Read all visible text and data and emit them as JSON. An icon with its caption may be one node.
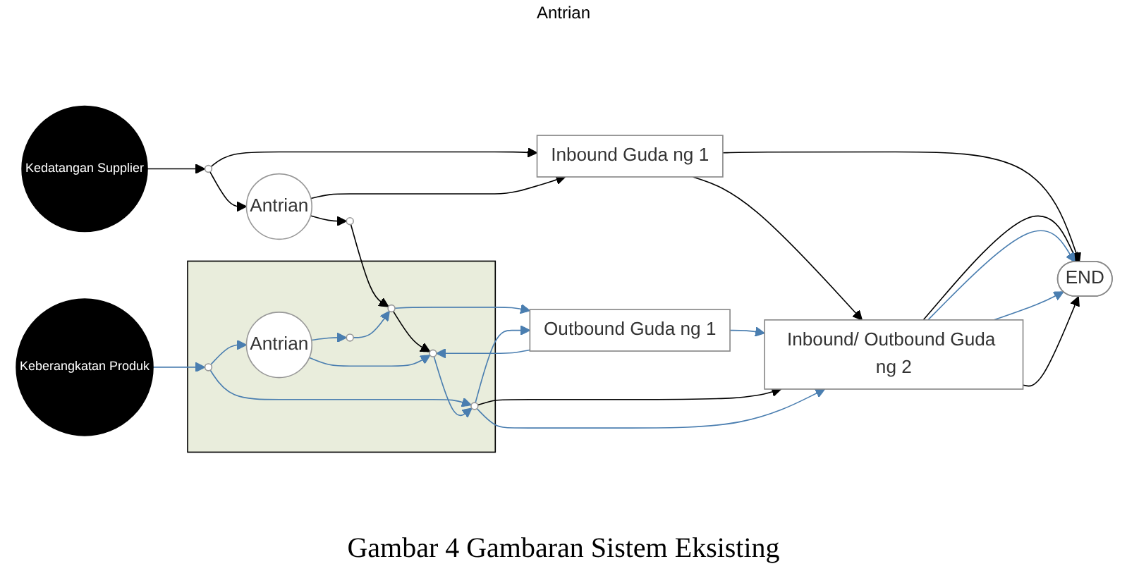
{
  "diagram": {
    "caption": "Gambar 4 Gambaran Sistem Eksisting",
    "nodes": [
      {
        "text": [
          "Kedatangan Supplier"
        ]
      },
      {
        "text": [],
        "shape": "circle"
      },
      {
        "text": [
          "Antrian"
        ]
      },
      {
        "text": [],
        "shape": "circle"
      },
      {
        "text": [
          "Inbound Guda ng 1"
        ]
      },
      {
        "text": [
          "Outbound Guda ng 1"
        ]
      },
      {
        "text": [],
        "shape": "box"
      },
      {
        "text": [
          "Keberangkatan Produk"
        ]
      },
      {
        "text": [],
        "shape": "circle",
        "in": 6
      },
      {
        "text": [
          "Antrian"
        ],
        "in": 6
      },
      {
        "text": [],
        "shape": "circle",
        "in": 6
      },
      {
        "text": [],
        "shape": "circle",
        "in": 6
      },
      {
        "text": [],
        "shape": "circle",
        "in": 6
      },
      {
        "text": [],
        "shape": "circle",
        "in": 6
      },
      {
        "text": [
          "Inbound/ Outbound Guda ng 2"
        ]
      },
      {
        "text": [
          "END"
        ]
      }
    ],
    "edges": [
      {
        "from": 0,
        "to": 1,
        "arrow": "to",
        "color": "#000000"
      },
      {
        "from": 1,
        "to": 2,
        "arrow": "to",
        "color": "#000000"
      },
      {
        "from": 2,
        "to": 3,
        "arrow": "to",
        "color": "#000000"
      },
      {
        "from": 1,
        "to": 4,
        "arrow": "to",
        "color": "#000000"
      },
      {
        "from": 2,
        "to": 4,
        "arrow": "to",
        "color": "#000000"
      },
      {
        "from": 3,
        "to": 11,
        "arrow": "to",
        "color": "#000000"
      },
      {
        "from": 11,
        "to": 12,
        "arrow": "to",
        "color": "#000000"
      },
      {
        "from": 4,
        "to": 14,
        "arrow": "to",
        "color": "#000000"
      },
      {
        "from": 4,
        "to": 15,
        "arrow": "to",
        "color": "#000000"
      },
      {
        "from": 7,
        "to": 8,
        "arrow": "to",
        "color": "#4a7eb0"
      },
      {
        "from": 8,
        "to": 9,
        "arrow": "to",
        "color": "#4a7eb0"
      },
      {
        "from": 9,
        "to": 10,
        "arrow": "to",
        "color": "#4a7eb0"
      },
      {
        "from": 10,
        "to": 11,
        "arrow": "to",
        "color": "#4a7eb0"
      },
      {
        "from": 9,
        "to": 12,
        "arrow": "to",
        "color": "#4a7eb0"
      },
      {
        "from": 8,
        "to": 13,
        "arrow": "to",
        "color": "#4a7eb0"
      },
      {
        "from": 12,
        "to": 13,
        "arrow": "to",
        "color": "#4a7eb0"
      },
      {
        "from": 11,
        "to": 5,
        "arrow": "to",
        "color": "#4a7eb0"
      },
      {
        "from": 13,
        "to": 5,
        "arrow": "to",
        "color": "#4a7eb0"
      },
      {
        "from": 5,
        "to": 12,
        "arrow": "to",
        "color": "#4a7eb0"
      },
      {
        "from": 5,
        "to": 14,
        "arrow": "to",
        "color": "#4a7eb0"
      },
      {
        "from": 13,
        "to": 14,
        "arrow": "to",
        "color": "#000000"
      },
      {
        "from": 13,
        "to": 14,
        "arrow": "to",
        "color": "#4a7eb0"
      },
      {
        "from": 14,
        "to": 15,
        "arrow": "to",
        "color": "#000000"
      },
      {
        "from": 14,
        "to": 15,
        "arrow": "to",
        "color": "#4a7eb0"
      },
      {
        "from": 14,
        "to": 15,
        "arrow": "to",
        "color": "#4a7eb0"
      },
      {
        "from": 14,
        "to": 15,
        "arrow": "to",
        "color": "#000000"
      }
    ],
    "labels": [
      "Antrian"
    ]
  }
}
